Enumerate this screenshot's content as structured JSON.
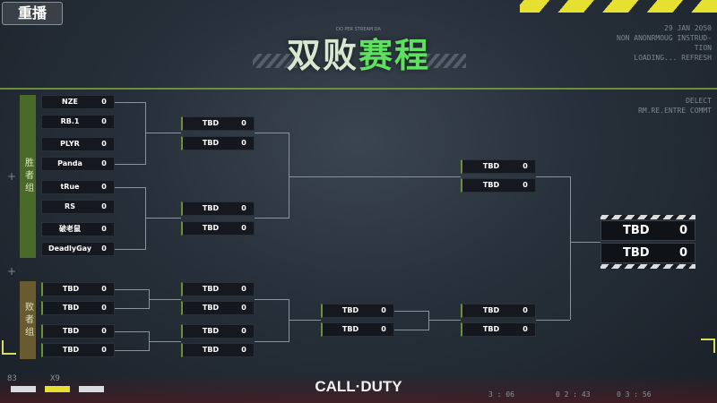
{
  "header": {
    "replay_label": "重播",
    "title_main": "双败",
    "title_accent": "赛程",
    "title_sub": "DO PER STREAM DA",
    "info_lines": [
      "29 JAN 2050",
      "NON ANONRMOUG INSTRUD-",
      "TION",
      "LOADING... REFRESH"
    ],
    "info_lines_2": [
      "DELECT",
      "RM.RE.ENTRE COMMT"
    ]
  },
  "groups": {
    "winners": "胜者组",
    "losers": "败者组"
  },
  "winners_round1": [
    {
      "name": "NZE",
      "score": "0"
    },
    {
      "name": "RB.1",
      "score": "0"
    },
    {
      "name": "PLYR",
      "score": "0"
    },
    {
      "name": "Panda",
      "score": "0"
    },
    {
      "name": "tRue",
      "score": "0"
    },
    {
      "name": "RS",
      "score": "0"
    },
    {
      "name": "破老鼠",
      "score": "0"
    },
    {
      "name": "DeadlyGay",
      "score": "0"
    }
  ],
  "winners_round2": [
    {
      "name": "TBD",
      "score": "0"
    },
    {
      "name": "TBD",
      "score": "0"
    },
    {
      "name": "TBD",
      "score": "0"
    },
    {
      "name": "TBD",
      "score": "0"
    }
  ],
  "winners_round3": [
    {
      "name": "TBD",
      "score": "0"
    },
    {
      "name": "TBD",
      "score": "0"
    }
  ],
  "losers_round1": [
    {
      "name": "TBD",
      "score": "0"
    },
    {
      "name": "TBD",
      "score": "0"
    },
    {
      "name": "TBD",
      "score": "0"
    },
    {
      "name": "TBD",
      "score": "0"
    }
  ],
  "losers_round2": [
    {
      "name": "TBD",
      "score": "0"
    },
    {
      "name": "TBD",
      "score": "0"
    },
    {
      "name": "TBD",
      "score": "0"
    },
    {
      "name": "TBD",
      "score": "0"
    }
  ],
  "losers_round3": [
    {
      "name": "TBD",
      "score": "0"
    },
    {
      "name": "TBD",
      "score": "0"
    }
  ],
  "losers_round4": [
    {
      "name": "TBD",
      "score": "0"
    },
    {
      "name": "TBD",
      "score": "0"
    }
  ],
  "final": [
    {
      "name": "TBD",
      "score": "0"
    },
    {
      "name": "TBD",
      "score": "0"
    }
  ],
  "footer": {
    "logo": "CALL·DUTY",
    "left_a": "83",
    "left_b": "X9",
    "timers": [
      "3 : 06",
      "0 2 : 43",
      "0 3 : 56"
    ],
    "chip_colors": [
      "#d8dce0",
      "#e6e130",
      "#d8dce0"
    ]
  },
  "colors": {
    "accent_green": "#5fe060",
    "stripe_yellow": "#e6e130",
    "line_green": "#6e8f3a"
  }
}
